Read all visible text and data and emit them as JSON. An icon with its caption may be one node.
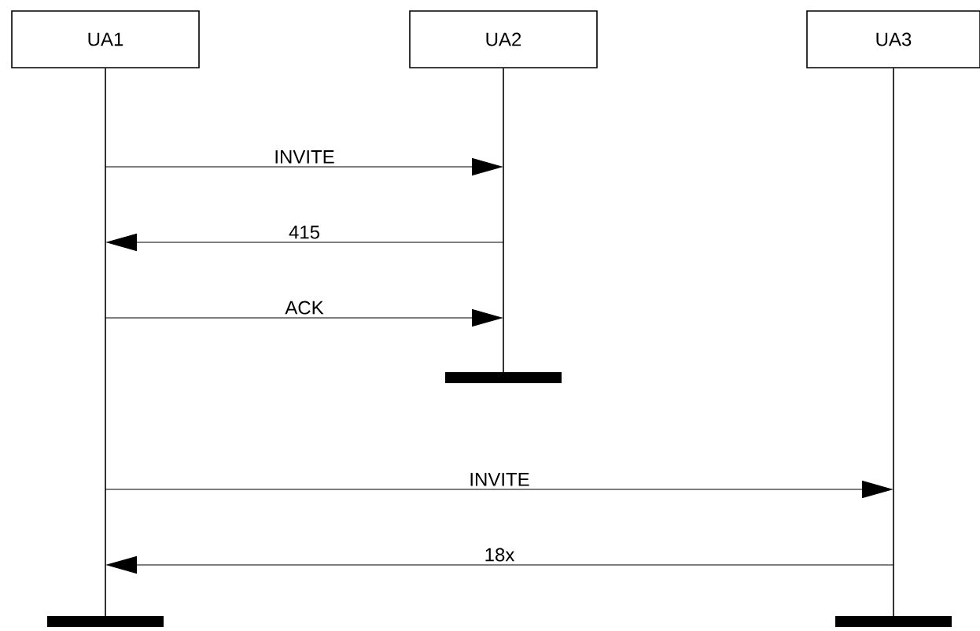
{
  "diagram": {
    "nodes": [
      {
        "text": [
          "UA1"
        ]
      },
      {
        "text": [
          "UA2"
        ]
      },
      {
        "text": [
          "UA3"
        ]
      }
    ],
    "edges": [
      {
        "from": 0,
        "to": 1,
        "arrow": "to",
        "label": "INVITE"
      },
      {
        "from": 1,
        "to": 0,
        "arrow": "to",
        "label": "415"
      },
      {
        "from": 0,
        "to": 1,
        "arrow": "to",
        "label": "ACK"
      },
      {
        "from": 0,
        "to": 2,
        "arrow": "to",
        "label": "INVITE"
      },
      {
        "from": 2,
        "to": 0,
        "arrow": "to",
        "label": "18x"
      }
    ]
  }
}
